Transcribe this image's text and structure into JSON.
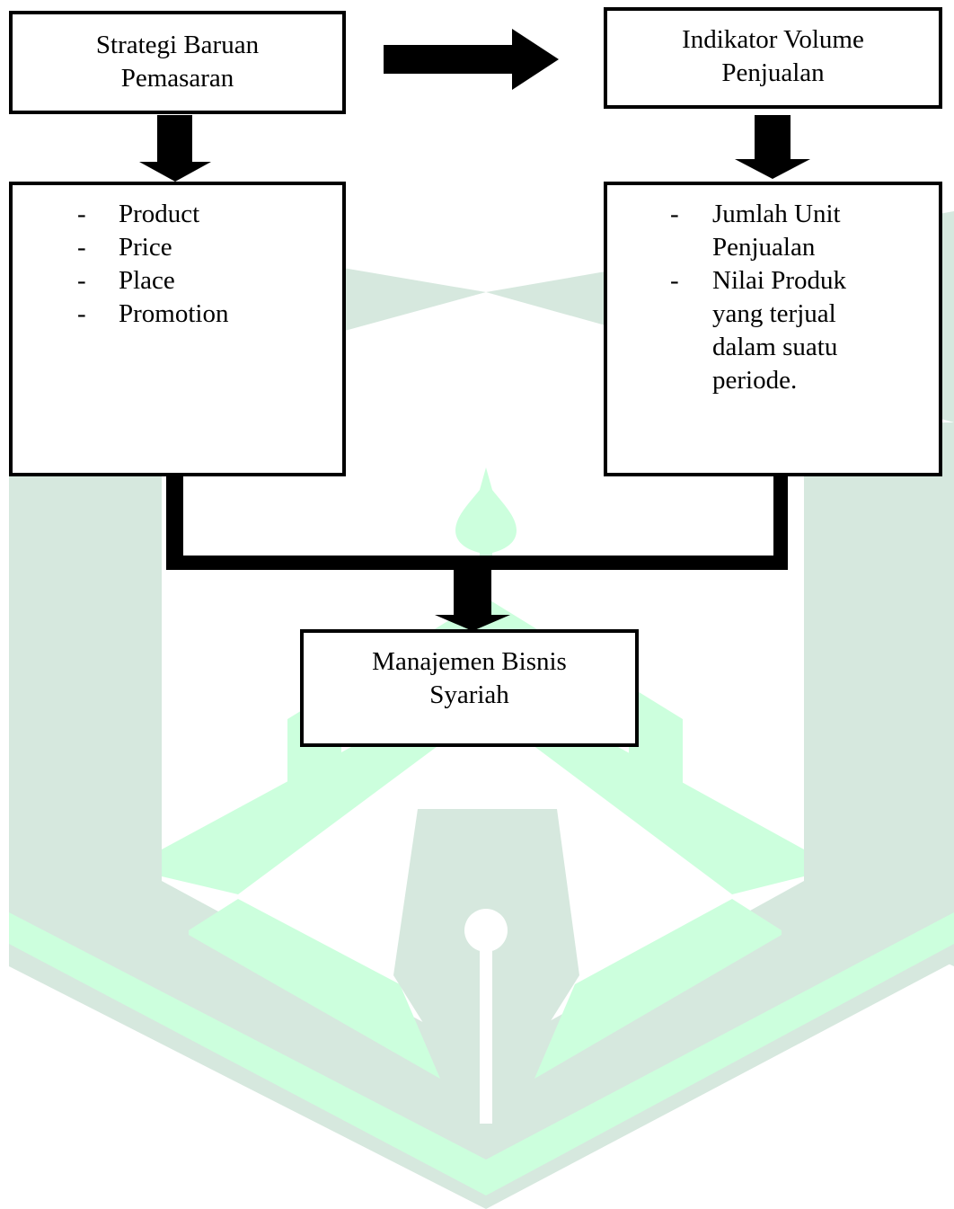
{
  "colors": {
    "watermark_green": "#d6e8de",
    "watermark_mint": "#ccffdd",
    "line": "#000000",
    "box_fill": "#ffffff"
  },
  "watermark": {
    "icon": "pen-nib-logo-watermark"
  },
  "boxes": {
    "strategy": {
      "title_line1": "Strategi Baruan",
      "title_line2": "Pemasaran"
    },
    "indicator": {
      "title_line1": "Indikator Volume",
      "title_line2": "Penjualan"
    },
    "mix": {
      "items": [
        {
          "dash": "-",
          "label": "Product"
        },
        {
          "dash": "-",
          "label": "Price"
        },
        {
          "dash": "-",
          "label": "Place"
        },
        {
          "dash": "-",
          "label": "Promotion"
        }
      ]
    },
    "volume": {
      "items": [
        {
          "dash": "-",
          "label": "Jumlah Unit Penjualan"
        },
        {
          "dash": "-",
          "label": "Nilai Produk yang terjual dalam suatu periode."
        }
      ]
    },
    "result": {
      "title_line1": "Manajemen Bisnis",
      "title_line2": "Syariah"
    }
  }
}
